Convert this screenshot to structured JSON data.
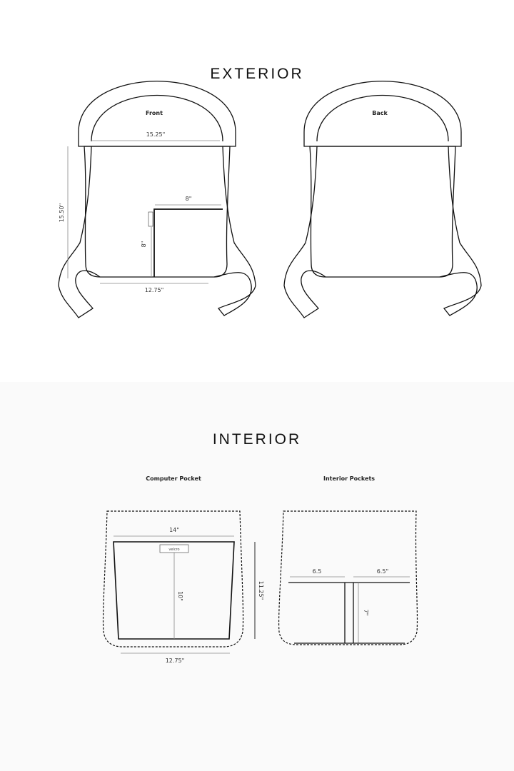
{
  "exterior": {
    "heading": "EXTERIOR",
    "front": {
      "label": "Front",
      "top_width": "15.25\"",
      "height": "15.50\"",
      "pocket_width": "8\"",
      "pocket_height": "8\"",
      "bottom_width": "12.75\""
    },
    "back": {
      "label": "Back"
    }
  },
  "interior": {
    "heading": "INTERIOR",
    "computer_pocket": {
      "label": "Computer Pocket",
      "top_width": "14\"",
      "velcro_label": "velcro",
      "depth": "10\"",
      "height": "11.25\"",
      "bottom_width": "12.75\""
    },
    "interior_pockets": {
      "label": "Interior Pockets",
      "left_width": "6.5",
      "right_width": "6.5\"",
      "height": "7\""
    }
  }
}
